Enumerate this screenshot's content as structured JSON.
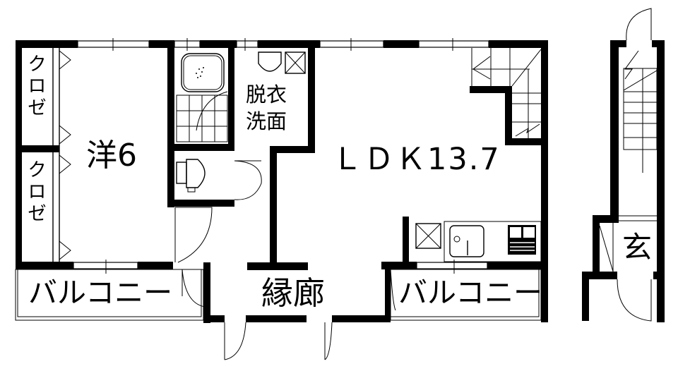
{
  "floor_plan": {
    "type": "apartment-floor-plan",
    "rooms": {
      "western_room": {
        "label": "洋6",
        "type": "Western-style room",
        "size_jo": 6
      },
      "closet_top": {
        "label": "クロゼ"
      },
      "closet_bottom": {
        "label": "クロゼ"
      },
      "washroom": {
        "label_line1": "脱衣",
        "label_line2": "洗面"
      },
      "ldk": {
        "label": "ＬＤＫ13.7",
        "size_jo": 13.7
      },
      "corridor": {
        "label": "縁廊"
      },
      "balcony_left": {
        "label": "バルコニー"
      },
      "balcony_right": {
        "label": "バルコニー"
      },
      "entrance": {
        "label": "玄"
      },
      "bathroom": {
        "label": ""
      },
      "toilet": {
        "label": ""
      },
      "staircase": {
        "label": ""
      }
    },
    "colors": {
      "wall": "#000000",
      "background": "#ffffff"
    }
  }
}
